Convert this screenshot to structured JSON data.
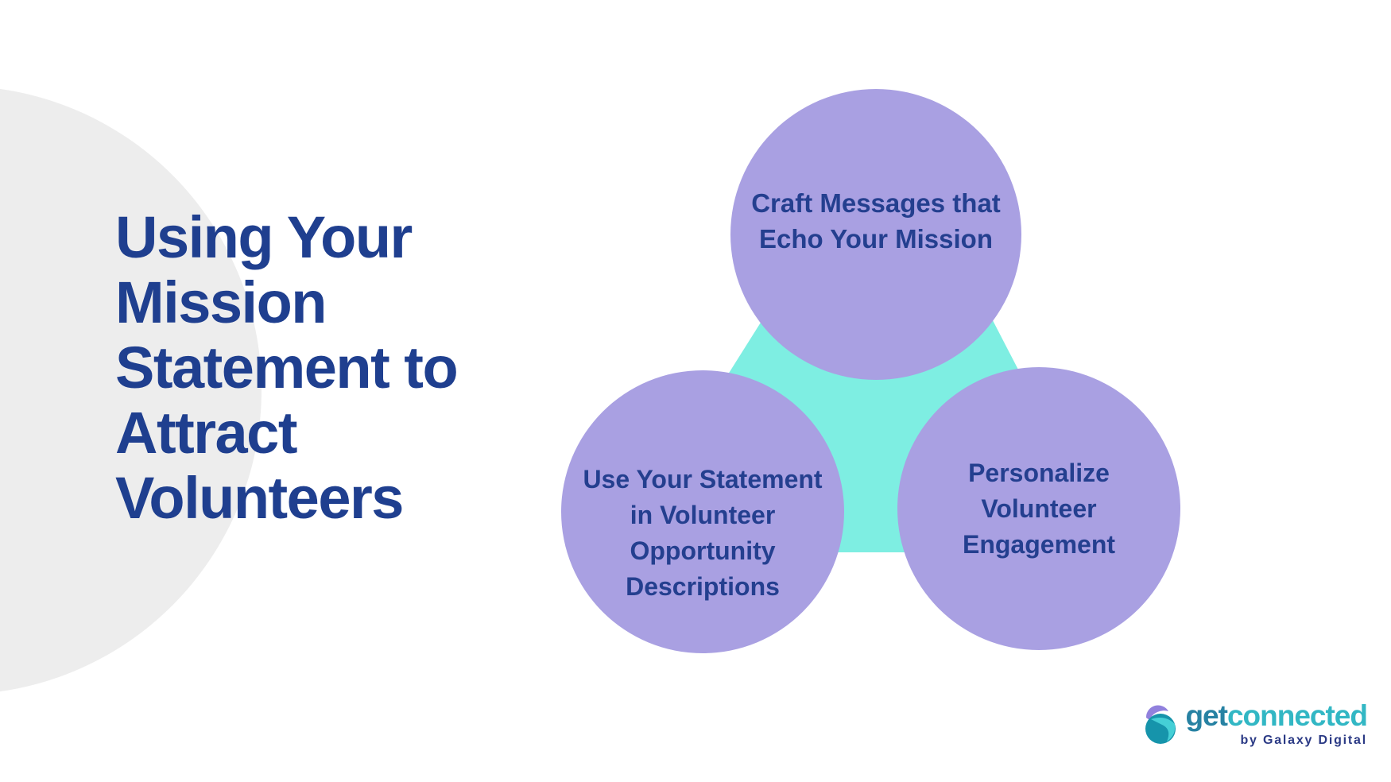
{
  "page": {
    "background_color": "#ffffff"
  },
  "decor": {
    "gray_circle_color": "#ededed"
  },
  "title": {
    "full_text": "Using Your Mission Statement to Attract Volunteers",
    "color": "#1f3f8f",
    "lines": [
      "Using Your",
      "Mission",
      "Statement to",
      "Attract",
      "Volunteers"
    ]
  },
  "diagram": {
    "triangle_color": "#7eeee2",
    "circle_color": "#a9a0e2",
    "text_color": "#243f8f",
    "nodes": [
      {
        "position": "top",
        "label": "Craft Messages that Echo Your Mission",
        "lines": [
          "Craft Messages that",
          "Echo Your Mission"
        ]
      },
      {
        "position": "bottom-left",
        "label": "Use Your Statement in Volunteer Opportunity Descriptions",
        "lines": [
          "Use Your Statement",
          "in Volunteer",
          "Opportunity",
          "Descriptions"
        ]
      },
      {
        "position": "bottom-right",
        "label": "Personalize Volunteer Engagement",
        "lines": [
          "Personalize",
          "Volunteer",
          "Engagement"
        ]
      }
    ]
  },
  "logo": {
    "wordmark_part1": "get",
    "wordmark_part2": "connected",
    "part1_color": "#2782a3",
    "part2_color": "#32b7c4",
    "tagline": "by Galaxy Digital",
    "tagline_color": "#2b3a85",
    "icon_colors": {
      "crescent": "#9181dd",
      "sphere": "#1694ab",
      "sphere_light": "#45cfd6"
    }
  }
}
